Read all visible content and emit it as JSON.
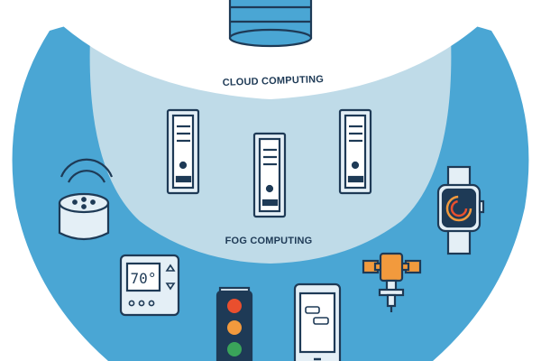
{
  "diagram": {
    "cloud_label": "CLOUD COMPUTING",
    "fog_label": "FOG COMPUTING",
    "thermostat_display": "70°"
  },
  "colors": {
    "outer_ring": "#4aa6d4",
    "fog_zone": "#bfdbe8",
    "cloud_zone": "#ffffff",
    "device_fill": "#e4eff6",
    "outline": "#1e3a56",
    "orange": "#f29a3d",
    "green": "#3aa45a",
    "light_red": "#e94f2e"
  }
}
